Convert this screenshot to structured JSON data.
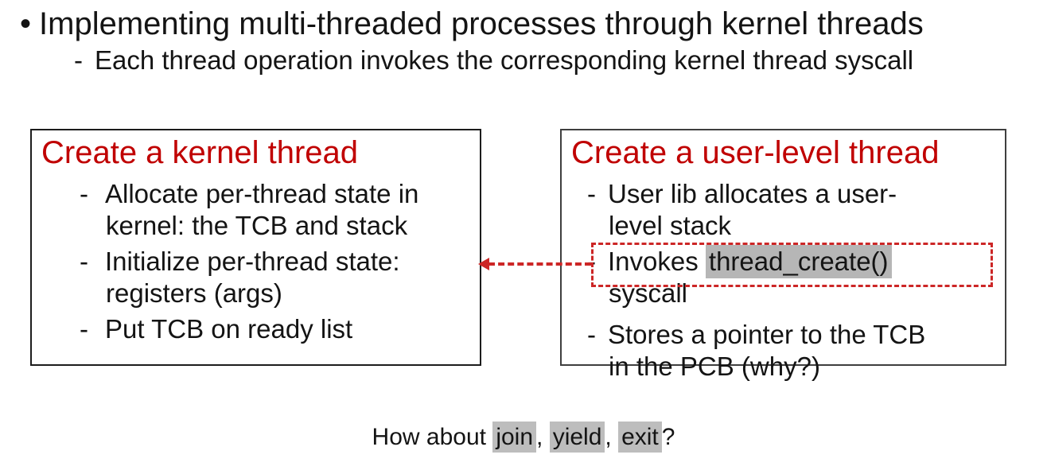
{
  "colors": {
    "title_red": "#c00000",
    "dashed_red": "#cc2626",
    "highlight_gray": "#b6b6b6",
    "text_black": "#141414",
    "box_border_black": "#1c1c1c"
  },
  "heading": {
    "bullet_glyph": "•",
    "text": "Implementing multi-threaded processes through kernel threads"
  },
  "subheading": {
    "dash_glyph": "-",
    "text": "Each thread operation invokes the corresponding kernel thread syscall"
  },
  "kernel_box": {
    "title": "Create a kernel thread",
    "bullets": [
      {
        "dash": "-",
        "line1": "Allocate per-thread state in",
        "line2": "kernel: the TCB and stack"
      },
      {
        "dash": "-",
        "line1": "Initialize per-thread state:",
        "line2": "registers (args)"
      },
      {
        "dash": "-",
        "line1": "Put TCB on ready list"
      }
    ]
  },
  "user_box": {
    "title": "Create a user-level thread",
    "bullets": [
      {
        "dash": "-",
        "line1": "User lib allocates a user-",
        "line2": "level stack"
      },
      {
        "dash": "-",
        "pre": "Invokes ",
        "highlight": "thread_create()",
        "line2": "syscall"
      },
      {
        "dash": "-",
        "line1": "Stores a pointer to the TCB",
        "line2": "in the PCB (why?)"
      }
    ]
  },
  "footer": {
    "pre": "How about ",
    "terms": [
      "join",
      "yield",
      "exit"
    ],
    "separator": ", ",
    "end": "?"
  }
}
